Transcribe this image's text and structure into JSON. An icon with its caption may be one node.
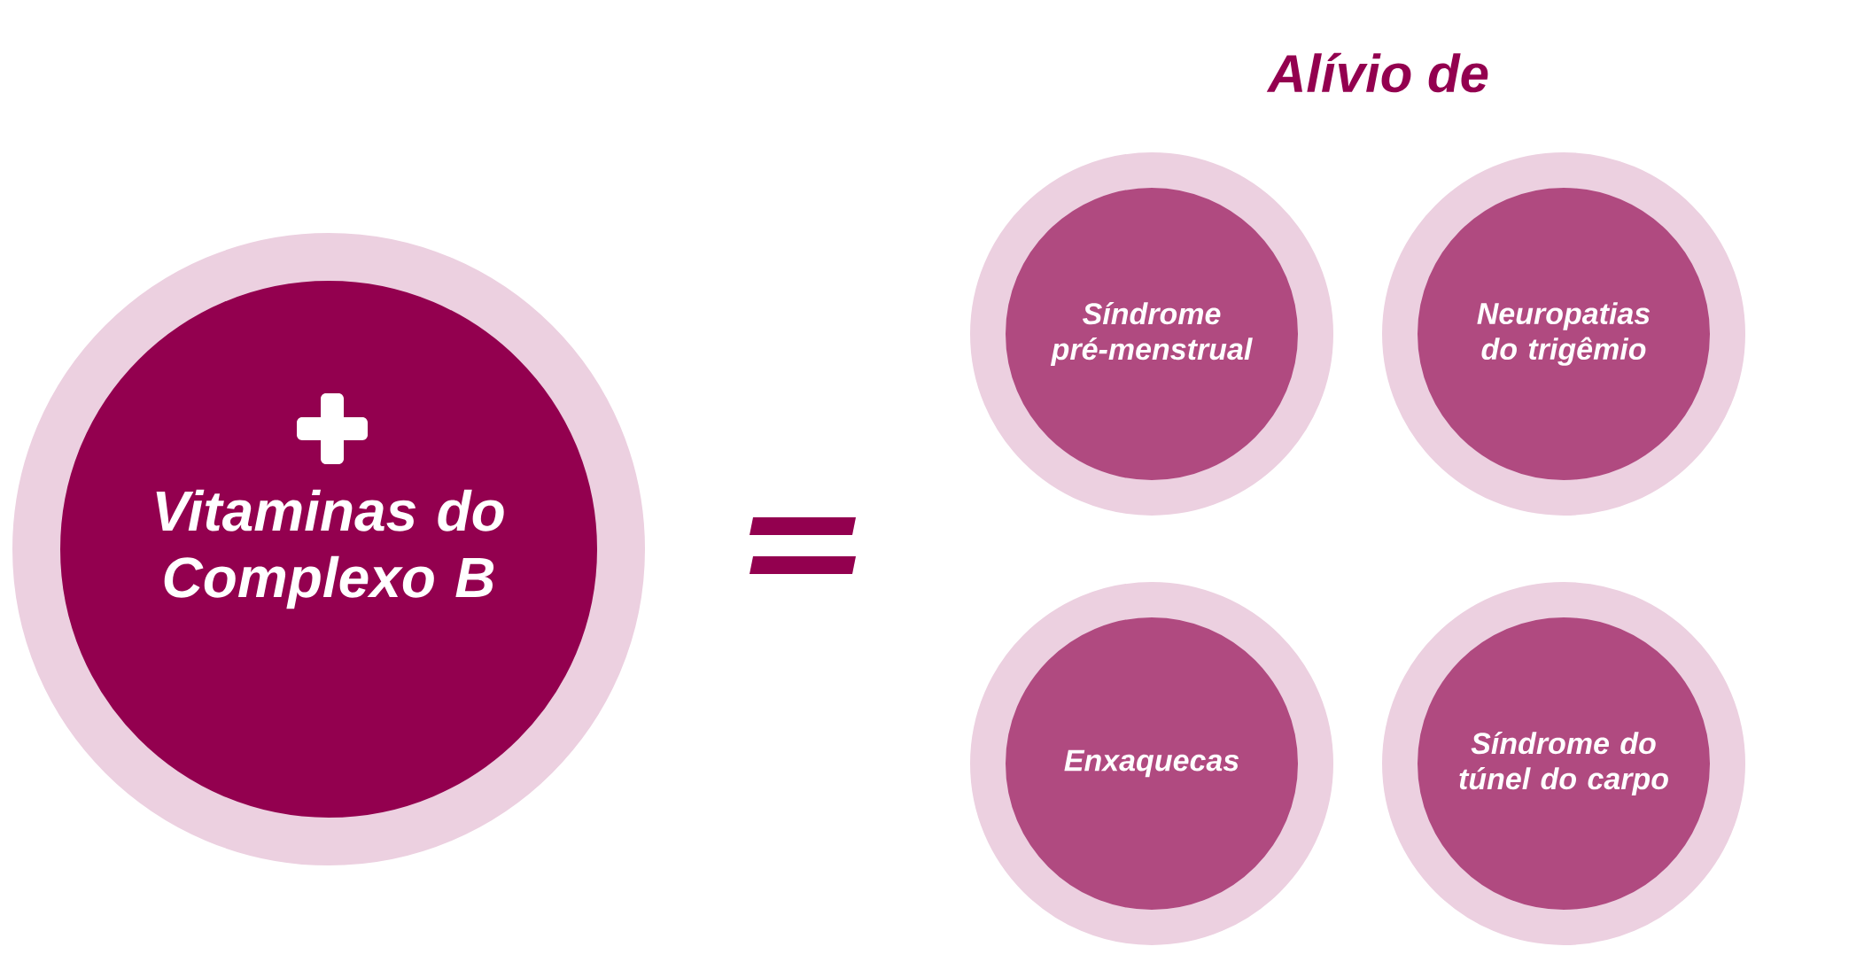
{
  "diagram": {
    "title": "Alívio de",
    "nodes": [
      {
        "text": [
          "Vitaminas do Complexo B"
        ]
      },
      {
        "text": [
          "Síndrome pré-menstrual"
        ]
      },
      {
        "text": [
          "Neuropatias do trigêmio"
        ]
      },
      {
        "text": [
          "Enxaquecas"
        ]
      },
      {
        "text": [
          "Síndrome do túnel do carpo"
        ]
      }
    ],
    "edges": []
  }
}
